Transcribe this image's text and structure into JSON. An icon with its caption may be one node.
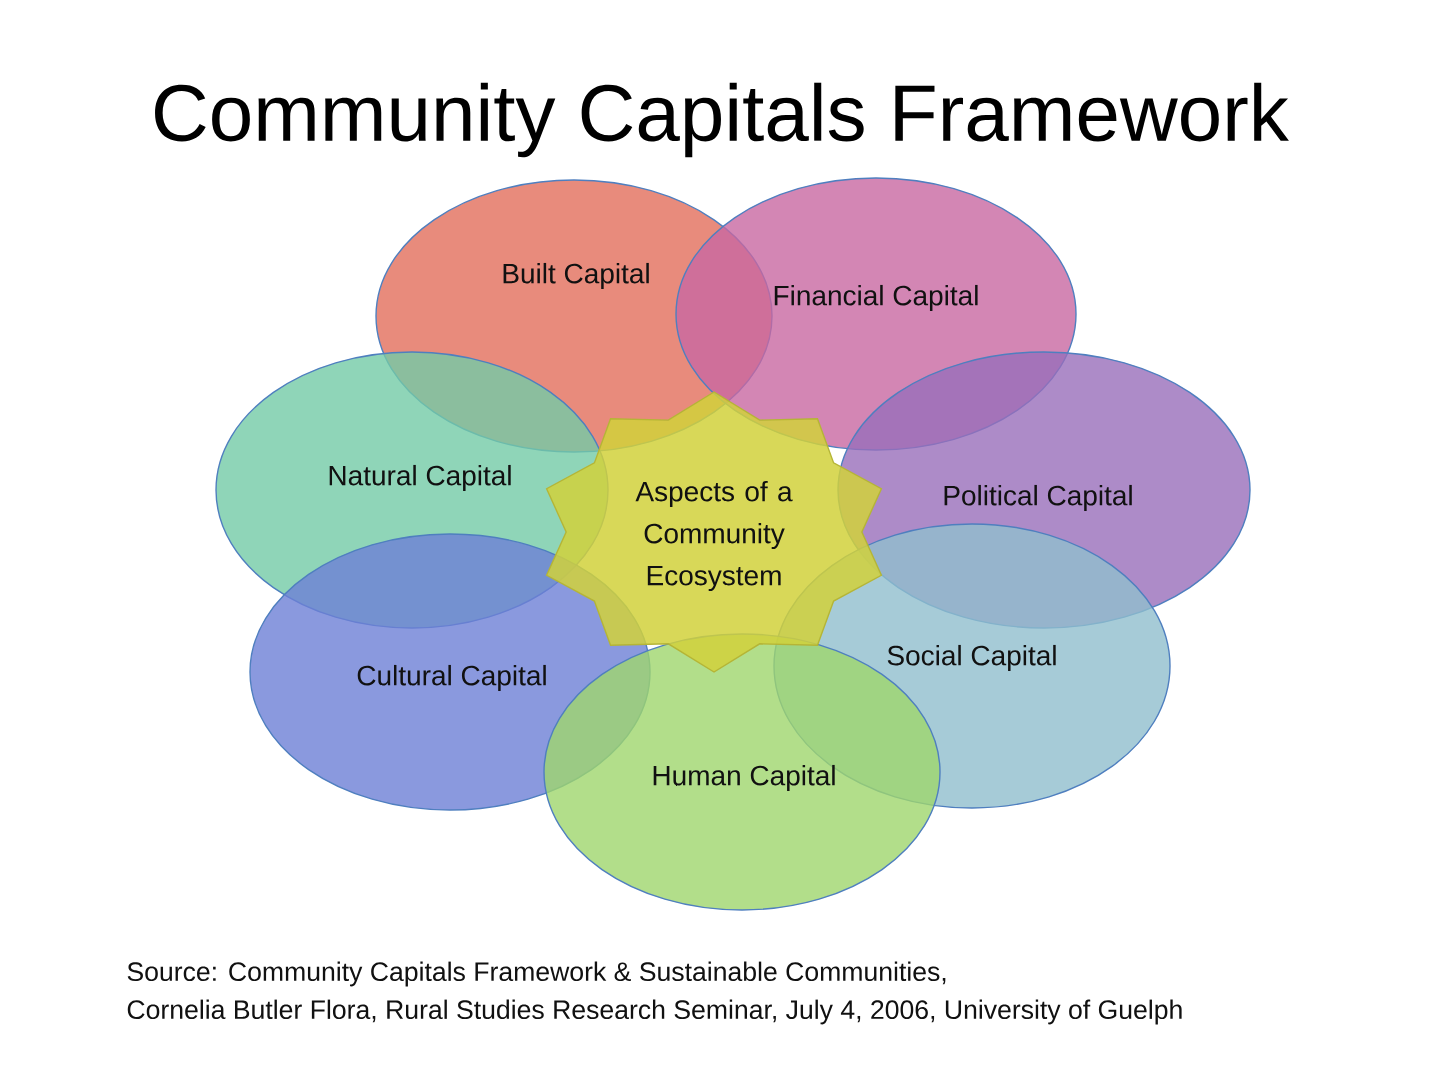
{
  "diagram": {
    "title": "Community Capitals Framework",
    "nodes": [
      {
        "text": [
          "Built Capital"
        ]
      },
      {
        "text": [
          "Financial Capital"
        ]
      },
      {
        "text": [
          "Natural Capital"
        ]
      },
      {
        "text": [
          "Political Capital"
        ]
      },
      {
        "text": [
          "Aspects of a Community Ecosystem"
        ]
      },
      {
        "text": [
          "Cultural Capital"
        ]
      },
      {
        "text": [
          "Social Capital"
        ]
      },
      {
        "text": [
          "Human Capital"
        ]
      }
    ],
    "labels": [
      "Source: Community Capitals Framework & Sustainable Communities,",
      "Cornelia Butler Flora, Rural Studies Research Seminar, July 4, 2006, University of Guelph"
    ]
  }
}
